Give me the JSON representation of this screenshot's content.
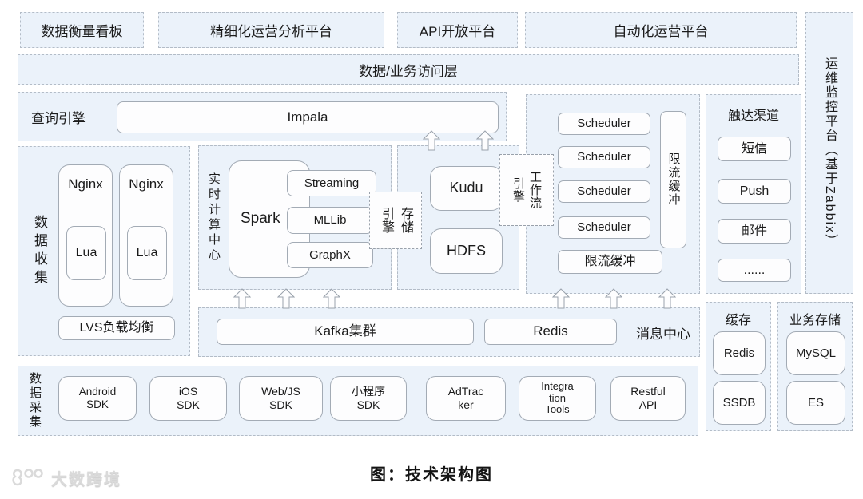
{
  "top_row": {
    "boxes": [
      "数据衡量看板",
      "精细化运营分析平台",
      "API开放平台",
      "自动化运营平台"
    ]
  },
  "access_layer": {
    "label": "数据/业务访问层"
  },
  "ops_monitor": {
    "label": "运维监控平台（基于Zabbix）"
  },
  "query_engine": {
    "label": "查询引擎",
    "impala": "Impala"
  },
  "data_collection": {
    "label": "数据收集",
    "nginx1": "Nginx",
    "lua1": "Lua",
    "nginx2": "Nginx",
    "lua2": "Lua",
    "lvs": "LVS负载均衡"
  },
  "realtime_compute": {
    "label": "实时计算中心",
    "spark": "Spark",
    "modules": [
      "Streaming",
      "MLLib",
      "GraphX"
    ]
  },
  "storage_engine_box": {
    "label": "存储\n引擎"
  },
  "kudu_hdfs": {
    "kudu": "Kudu",
    "hdfs": "HDFS"
  },
  "workflow_engine_box": {
    "label": "工作流\n引擎"
  },
  "scheduler_section": {
    "schedulers": [
      "Scheduler",
      "Scheduler",
      "Scheduler",
      "Scheduler"
    ],
    "throttle_vertical": "限流缓冲",
    "throttle_horizontal": "限流缓冲"
  },
  "reach_channels": {
    "label": "触达渠道",
    "items": [
      "短信",
      "Push",
      "邮件",
      "......"
    ]
  },
  "message_center": {
    "kafka": "Kafka集群",
    "redis": "Redis",
    "label": "消息中心"
  },
  "cache": {
    "label": "缓存",
    "items": [
      "Redis",
      "SSDB"
    ]
  },
  "biz_storage": {
    "label": "业务存储",
    "items": [
      "MySQL",
      "ES"
    ]
  },
  "data_acquisition": {
    "label": "数据采集",
    "items": [
      "Android\nSDK",
      "iOS\nSDK",
      "Web/JS\nSDK",
      "小程序\nSDK",
      "AdTrac\nker",
      "Integra\ntion\nTools",
      "Restful\nAPI"
    ]
  },
  "caption": "图：技术架构图",
  "watermark": "大数跨境",
  "colors": {
    "section_bg": "#ebf2fa",
    "section_border": "#b3bcc7",
    "box_border": "#a3abb5",
    "text": "#1b1b1b"
  }
}
